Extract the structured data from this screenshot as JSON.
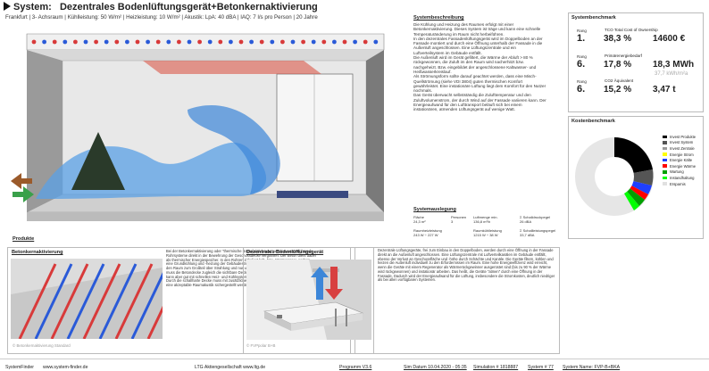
{
  "header": {
    "system_prefix": "System:",
    "title": "Dezentrales Bodenlüftungsgerät+Betonkernaktivierung",
    "subtitle": "Frankfurt | 3- Achsraum | Kühlleistung: 50 W/m² | Heizleistung: 10 W/m² | Akustik: LpA: 40 dBA | IAQ: 7  l/s pro Person |  20 Jahre"
  },
  "systembeschreibung": {
    "title": "Systembeschreibung",
    "paragraphs": [
      "Die Kühlung und Heizung des Raumes erfolgt mit einer Betonkernaktivierung. Dieses System ist träge und kann eine schnelle Temperaturänderung im Raum nicht herbeiführen.",
      "In den dezentrales Fassadenlüftungsgerät wird im Doppelboden an der Fassade montiert und durch eine Öffnung unterhalb der Fassade in die Außenluft angeschlossen. Eine Lüftungszentrale und ein Luftverteilsystem im Gebäude entfällt.",
      "Die Außenluft wird im Gerät gefiltert, die Wärme der Abluft > 80 % rückgewonnen, die Zuluft im den Raum wird nacherhitzt bzw. nachgeheizt. Bzw. eingebildet der angeschlossene Kaltwasser- und Heißwasserkreislauf.",
      "Als Strömungsform sollte darauf geachtet werden, dass eine Misch-Quellströmung (siehe VDI 3804) guten thermischen Komfort gewährleistet. Eine instationäre Lüftung liegt dem Komfort für den Nutzer nochmals.",
      "Das Gerät überwacht selbstständig die Zulufttemperatur und den Zuluftvolumenstrom, der durch Wind auf der Fassade variieren kann. Der Energieaufwand für den Lufttransport beläuft sich bei einem instationären, atmenden Lüftungsgerät auf wenige Watt."
    ]
  },
  "systemauslegung": {
    "title": "Systemauslegung",
    "col1_label": "Fläche",
    "col1_value": "24,3 m²",
    "col2_label": "Personen",
    "col2_value": "3",
    "col3_label": "Luftmenge min.",
    "col3_value": "136,8 m³/h",
    "col4_label": "Σ Schalldruckpegel",
    "col4_value": "26 dBA",
    "row2_label1": "Raumheizleistung",
    "row2_value1": "243 W ÷ 227 W",
    "row2_label2": "Raumkühlleistung",
    "row2_value2": "1215 W ÷ 38 W",
    "row2_label3": "Σ Schallleistungspegel",
    "row2_value3": "33,7 dBA"
  },
  "benchmark": {
    "title": "Systembenchmark",
    "rows": [
      {
        "rank_label": "Rang",
        "rank": "1.",
        "name": "TCO Total Cost of Ownership",
        "percent": "38,3 %",
        "value": "14600 €",
        "extra": ""
      },
      {
        "rank_label": "Rang",
        "rank": "6.",
        "name": "Primärenergiebedarf",
        "percent": "17,8 %",
        "value": "18,3 MWh",
        "extra": "37,7 kWh/m²a"
      },
      {
        "rank_label": "Rang",
        "rank": "6.",
        "name": "CO2 Äquivalent",
        "percent": "15,2 %",
        "value": "3,47 t",
        "extra": ""
      }
    ]
  },
  "kosten": {
    "title": "Kostenbenchmark",
    "legend": [
      {
        "label": "Invest Produkte",
        "color": "#000000"
      },
      {
        "label": "Invest System",
        "color": "#555555"
      },
      {
        "label": "Invest Zentrale",
        "color": "#9a9a9a"
      },
      {
        "label": "Energie Strom",
        "color": "#ffff00"
      },
      {
        "label": "Energie Kälte",
        "color": "#1f3fff"
      },
      {
        "label": "Energie Wärme",
        "color": "#ff0000"
      },
      {
        "label": "Wartung",
        "color": "#00a000"
      },
      {
        "label": "Instandhaltung",
        "color": "#00ff00"
      },
      {
        "label": "Ersparnis",
        "color": "#e0e0e0"
      }
    ]
  },
  "produkte": {
    "title": "Produkte",
    "bka": {
      "title": "Betonkernaktivierung",
      "caption": "© Betonkernaktivierung Standard",
      "text": "Bei der Betonkernaktivierung oder \"thermische Bauteilaktivierung\" werden wasserführende Rohrsysteme direkt in der Bewehrung der Geschossdecke vergossen. Der Beton dient dabei als thermischer Energiespeicher. In den Rohren zirkuliert kalt- bzw. Warmwasser, sodass eine Grundkühlung und -heizung der Gebäudestruktur möglich ist. Da der Wärmetransport in den Raum zum Großteil über Strahlung und nur untergeordnet über Konvektion erfolgt, muss die Betondecke zugleich die sichtbare Decke sein. Das System reagiert äußerst träge, kann aber gut mit schnellen Heiz- und Kühlsystemen (z. B. Paneele) kombiniert werden. Durch die schallharte Decke muss mit zusätzlichen Absorbern (vorzugsweise an der Wand) eine akzeptable Raumakustik sichergestellt werden."
    },
    "bodenlueftung": {
      "title": "Dezentrales Bodenlüftungsgerät",
      "caption": "© FVPpolar B+B",
      "text": "Dezentrale Lüftungsgeräte, frei zum Einbau in den Doppelboden, werden durch eine Öffnung in der Fassade direkt an die Außenluft angeschlossen. Eine Lüftungszentrale mit Luftverteilkanälen im Gebäude entfällt, ebenso der Verlust an Geschossfläche und -höhe durch Schächte und Kanäle. Die Geräte filtern, kühlen und heizen die Außenluft individuell zu den Erfordernissen im Raum. Eine hohe Energieeffizienz wird erreicht, wenn die Geräte mit einem Regenerator als Wärmerückgewinner ausgerüstet sind (bis zu 90 % der Wärme wird rückgewonnen) und instationär arbeiten. Das heißt, die Geräte \"atmen\" durch eine Öffnung in der Fassade. Dadurch wird der Energieaufwand für die Lüftung, insbesondere die Stromkosten, deutlich niedriger als bei allen vorfügbaren Systemen."
    }
  },
  "footer": {
    "brand": "SystemFinder",
    "url": "www.system-finder.de",
    "company": "LTG Aktiengesellschaft www.ltg.de",
    "version": "Programm V3.6",
    "date": "Sim Datum 10.04.2020 - 05:35",
    "simulation": "Simulation # 1818887",
    "system": "System # 77",
    "system_name": "System Name:  FVP-B+BKA"
  }
}
